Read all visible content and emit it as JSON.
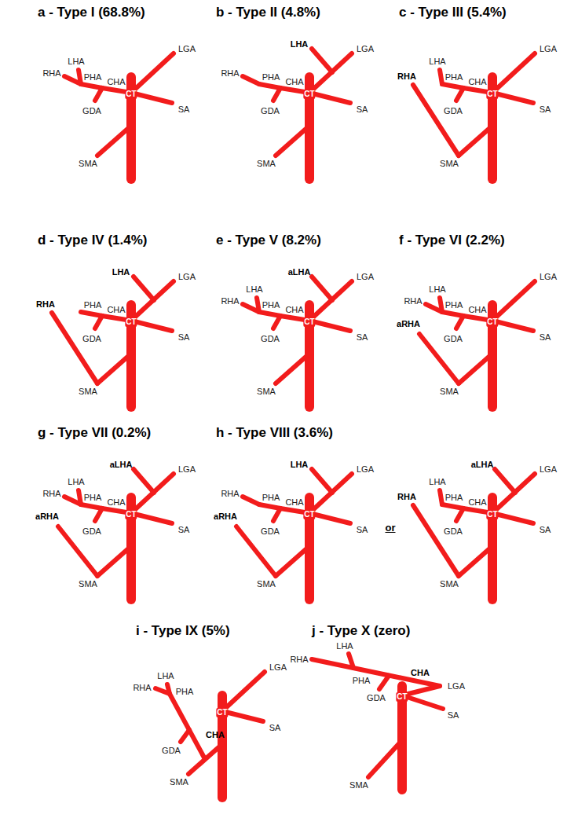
{
  "diagram": {
    "labels": [
      "a - Type I (68.8%)",
      "RHA",
      "LHA",
      "PHA",
      "CHA",
      "GDA",
      "LGA",
      "SA",
      "SMA",
      "CT",
      "b - Type II (4.8%)",
      "LHA",
      "RHA",
      "PHA",
      "CHA",
      "GDA",
      "LGA",
      "SA",
      "SMA",
      "CT",
      "c - Type III (5.4%)",
      "LHA",
      "PHA",
      "CHA",
      "GDA",
      "LGA",
      "SA",
      "RHA",
      "SMA",
      "CT",
      "d - Type IV (1.4%)",
      "LHA",
      "RHA",
      "PHA",
      "CHA",
      "GDA",
      "LGA",
      "SA",
      "SMA",
      "CT",
      "e - Type V (8.2%)",
      "aLHA",
      "RHA",
      "LHA",
      "PHA",
      "CHA",
      "GDA",
      "LGA",
      "SA",
      "SMA",
      "CT",
      "f - Type VI (2.2%)",
      "RHA",
      "LHA",
      "PHA",
      "CHA",
      "GDA",
      "LGA",
      "SA",
      "aRHA",
      "SMA",
      "CT",
      "g - Type VII (0.2%)",
      "aLHA",
      "RHA",
      "LHA",
      "PHA",
      "CHA",
      "GDA",
      "LGA",
      "SA",
      "aRHA",
      "SMA",
      "CT",
      "h - Type VIII (3.6%)",
      "LHA",
      "RHA",
      "PHA",
      "CHA",
      "GDA",
      "LGA",
      "SA",
      "aRHA",
      "SMA",
      "CT",
      "or",
      "aLHA",
      "LHA",
      "PHA",
      "CHA",
      "GDA",
      "LGA",
      "SA",
      "RHA",
      "SMA",
      "CT",
      "i - Type IX (5%)",
      "RHA",
      "LHA",
      "PHA",
      "CHA",
      "GDA",
      "LGA",
      "SA",
      "SMA",
      "CT",
      "j - Type X (zero)",
      "RHA",
      "LHA",
      "PHA",
      "CHA",
      "GDA",
      "LGA",
      "SA",
      "SMA",
      "CT"
    ]
  }
}
